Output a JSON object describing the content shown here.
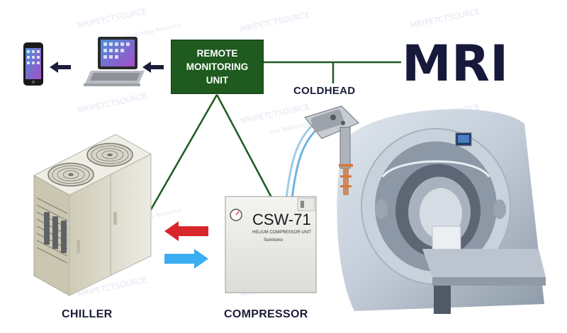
{
  "title": "MRI",
  "watermark_text": "MRIPETCTSOURCE",
  "watermark_subtext": "Your Radiology Resource",
  "nodes": {
    "remote_monitoring_unit": "REMOTE\nMONITORING\nUNIT",
    "coldhead": "COLDHEAD",
    "chiller": "CHILLER",
    "compressor": "COMPRESSOR"
  },
  "compressor_panel": {
    "model": "CSW-71",
    "subtitle": "HELIUM COMPRESSOR UNIT",
    "brand": "Sumitomo"
  },
  "colors": {
    "connector_line": "#1f5a1f",
    "box_fill": "#1f5a1f",
    "arrow_nav": "#1b1d3a",
    "arrow_supply": "#d9262c",
    "arrow_return": "#3aaef0",
    "label_text": "#1b1d3a"
  }
}
